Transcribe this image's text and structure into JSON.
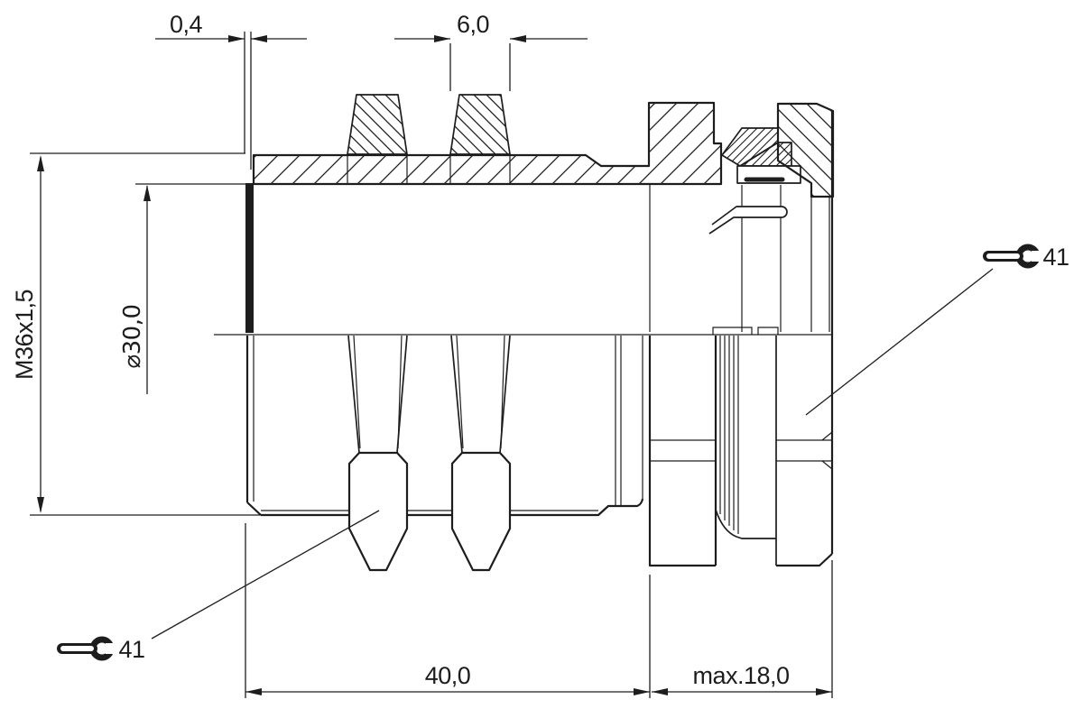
{
  "labels": {
    "wall_thickness": "0,4",
    "fin_width": "6,0",
    "thread_spec": "M36x1,5",
    "bore_diameter": "⌀30,0",
    "body_length": "40,0",
    "clamping_length": "max.18,0",
    "wrench_size_front": "41",
    "wrench_size_rear": "41"
  },
  "icons": {
    "wrench_front": "open-end-wrench",
    "wrench_rear": "open-end-wrench"
  },
  "colors": {
    "line": "#1d1d1d",
    "background": "#ffffff"
  }
}
